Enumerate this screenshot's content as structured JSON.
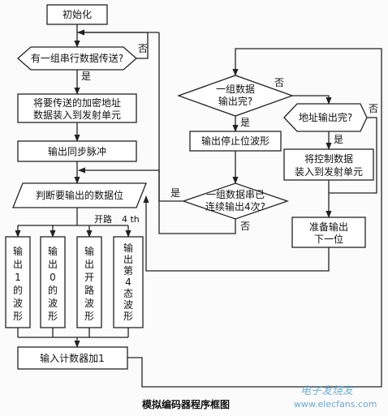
{
  "nodes": {
    "init": "初始化",
    "serial_check": "有一组串行数据传送?",
    "load_addr_1": "将要传送的加密地址",
    "load_addr_2": "数据装入到发射单元",
    "sync_pulse": "输出同步脉冲",
    "judge_bit": "判断要输出的数据位",
    "wave_1": [
      "输",
      "出",
      "1",
      "的",
      "波",
      "形"
    ],
    "wave_0": [
      "输",
      "出",
      "0",
      "的",
      "波",
      "形"
    ],
    "wave_open": [
      "输",
      "出",
      "开",
      "路",
      "波",
      "形"
    ],
    "wave_4th": [
      "输",
      "出",
      "第",
      "4",
      "态",
      "波",
      "形"
    ],
    "counter": "输入计数器加1",
    "group_done_1": "一组数据",
    "group_done_2": "输出完?",
    "stop_wave": "输出停止位波形",
    "addr_done": "地址输出完?",
    "load_ctrl_1": "将控制数据",
    "load_ctrl_2": "装入到发射单元",
    "repeat_1": "一组数据串已",
    "repeat_2": "连续输出4次?",
    "prep_1": "准备输出",
    "prep_2": "下一位"
  },
  "labels": {
    "yes": "是",
    "no": "否",
    "open_circuit": "开路",
    "fourth": "4 th"
  },
  "caption": "模拟编码器程序框图",
  "watermark": {
    "brand": "电子发烧友",
    "url": "www.elecfans.com"
  }
}
